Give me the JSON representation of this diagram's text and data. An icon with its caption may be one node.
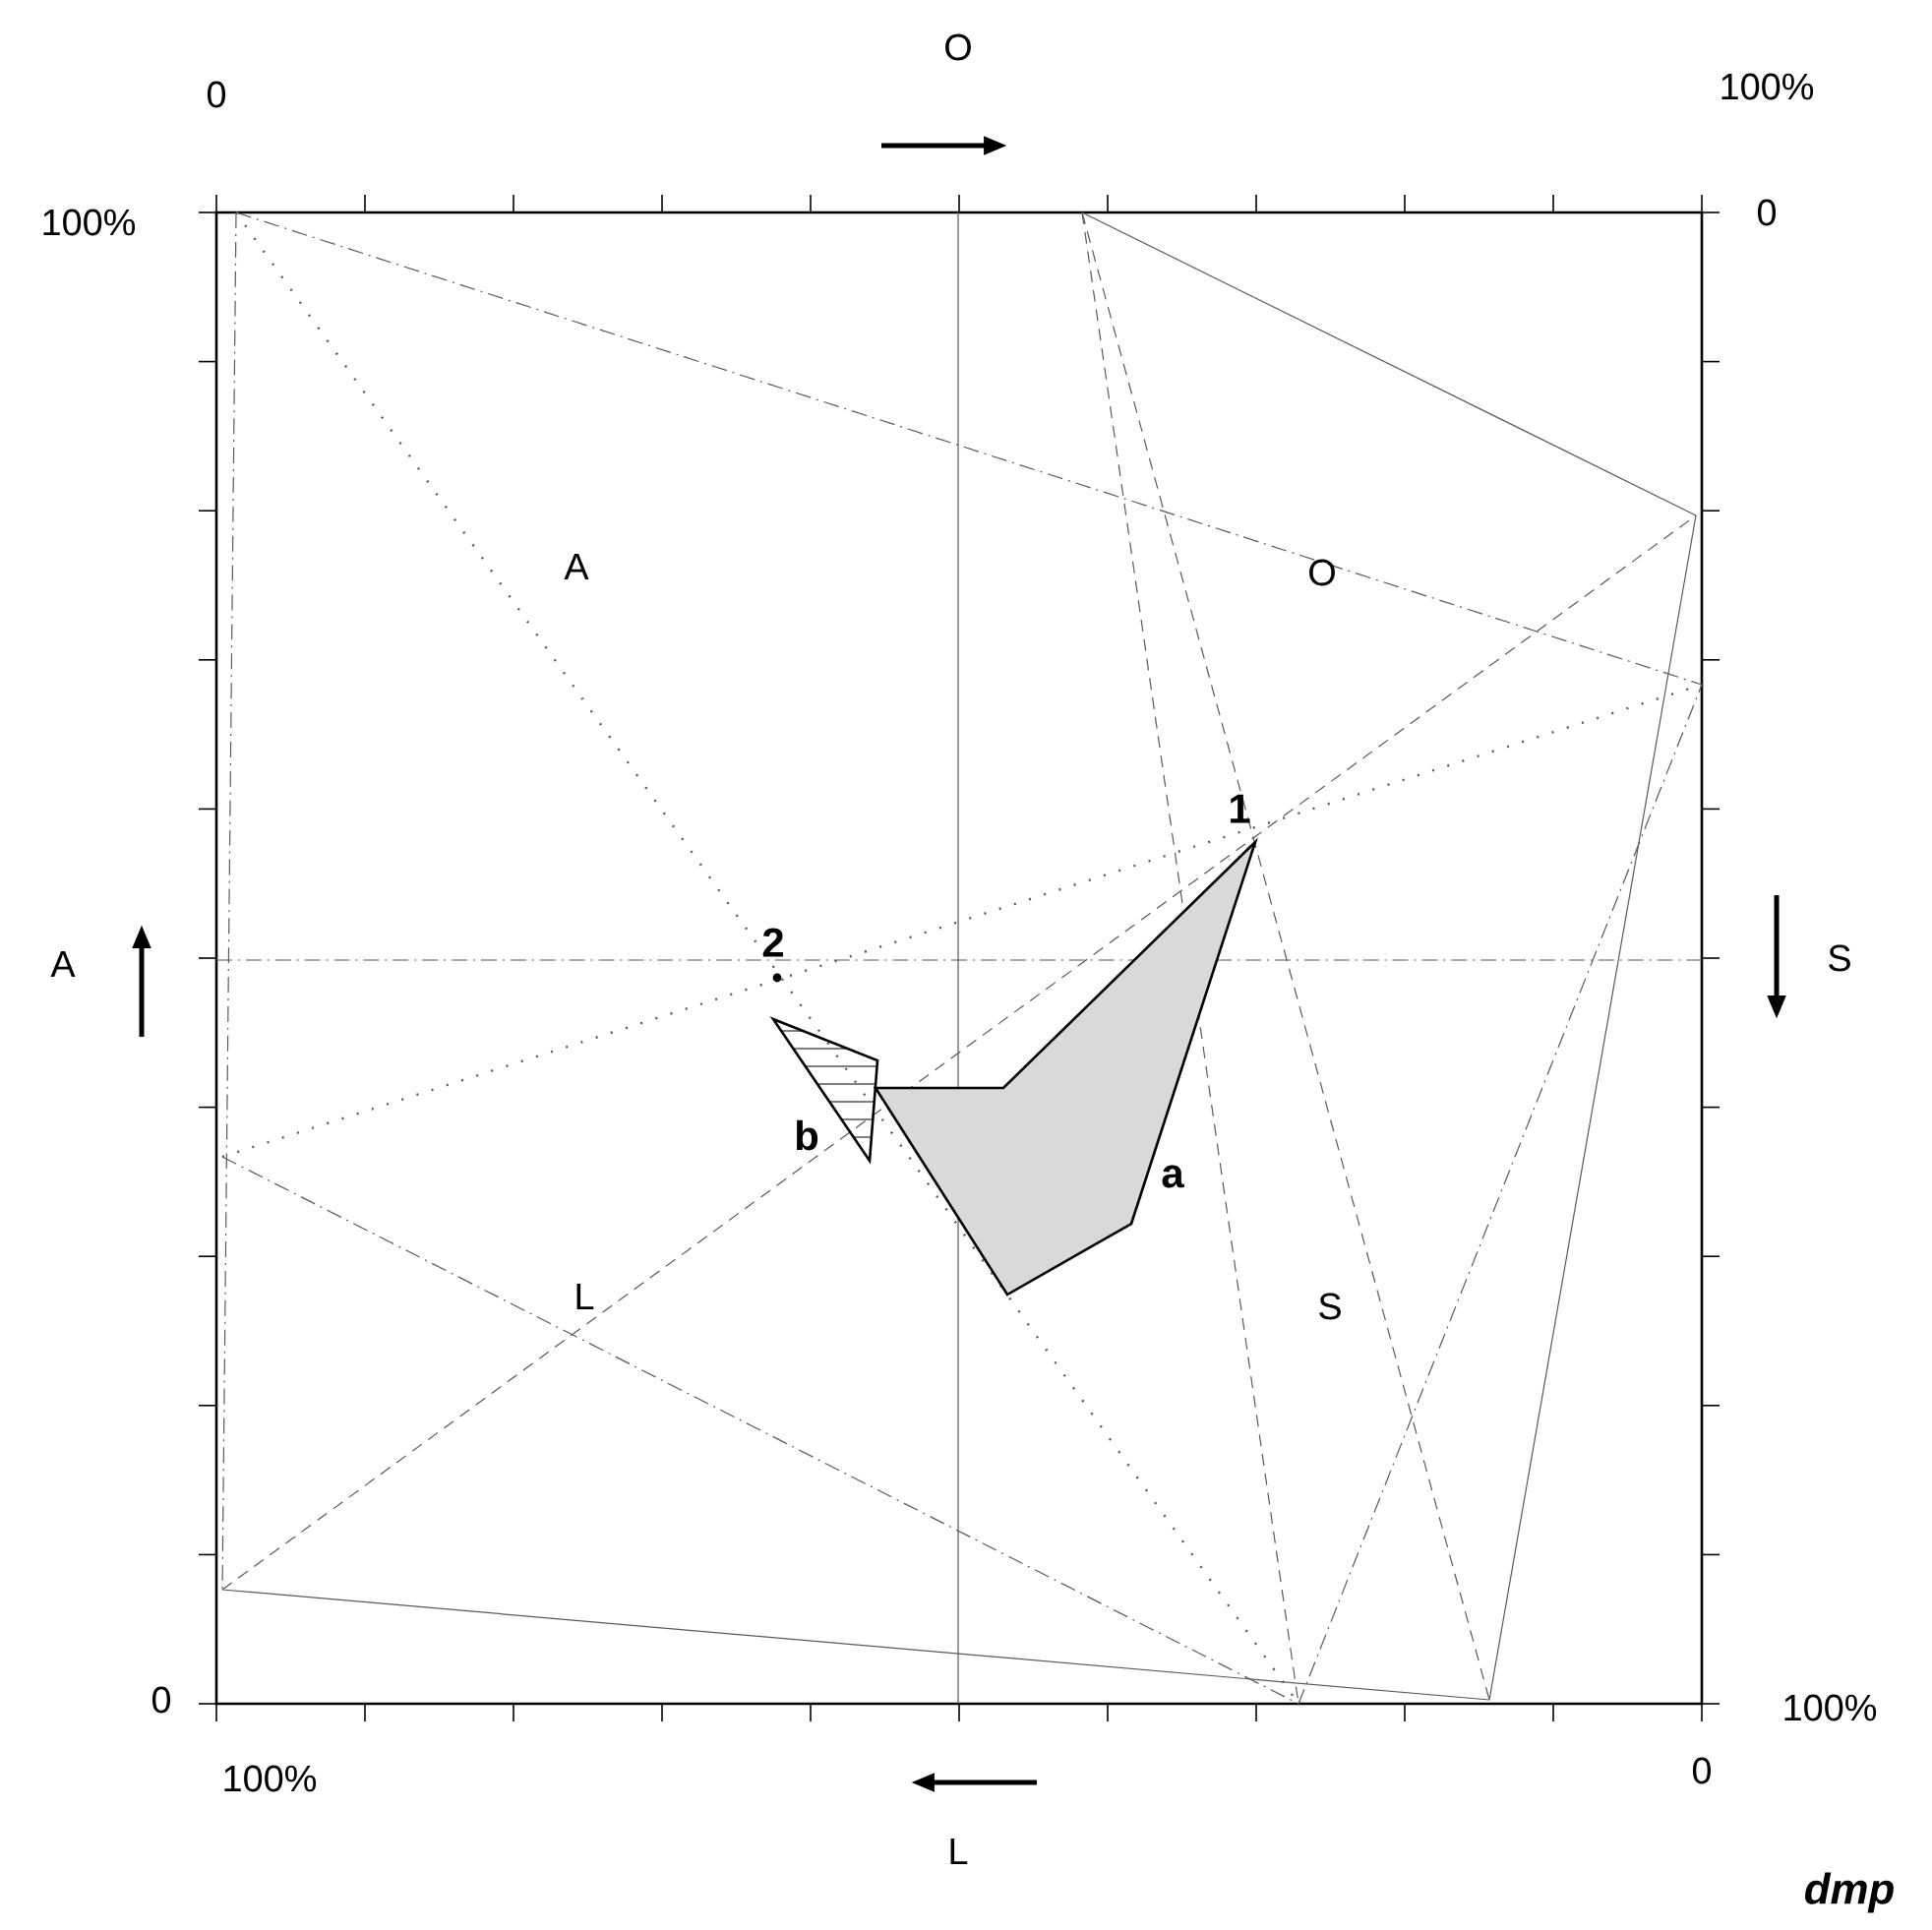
{
  "diagram": {
    "labels": [
      "O",
      "0",
      "100%",
      "100%",
      "0",
      "A",
      "O",
      "1",
      "A",
      "2",
      "S",
      "b",
      "a",
      "L",
      "S",
      "0",
      "100%",
      "100%",
      "0",
      "L",
      "dmp"
    ]
  }
}
